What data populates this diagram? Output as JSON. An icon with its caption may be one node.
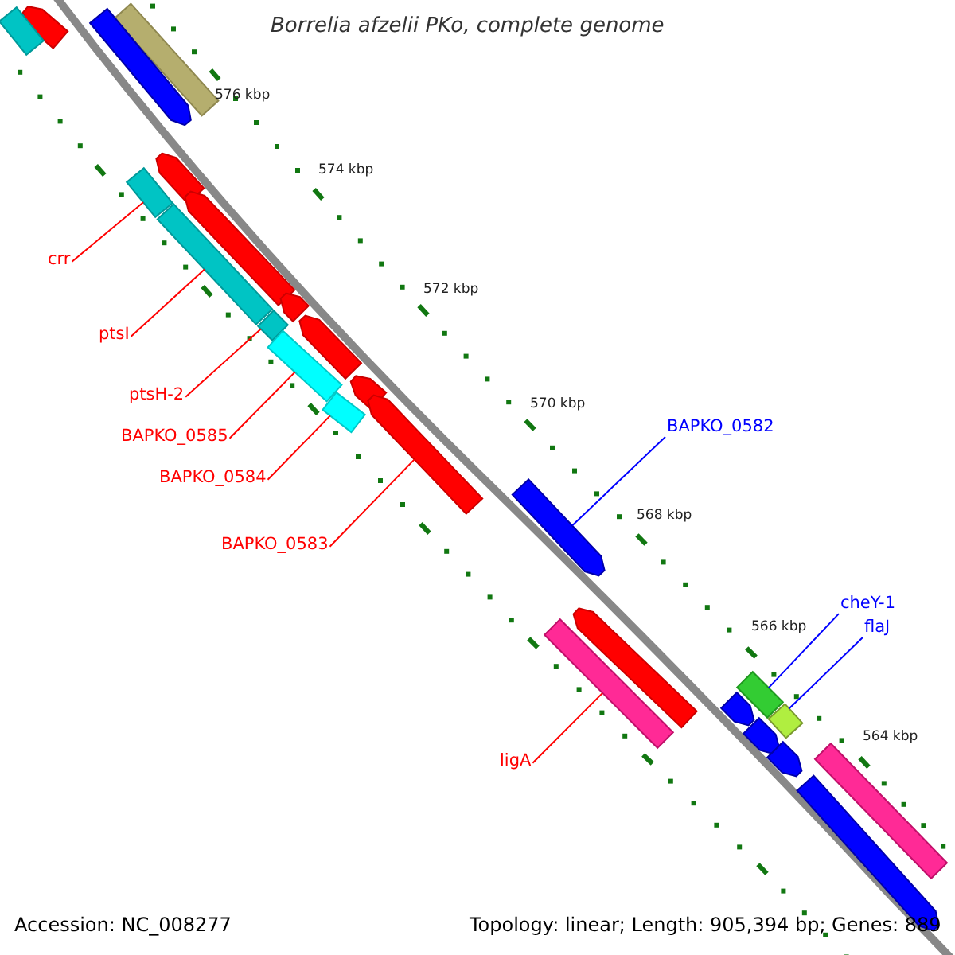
{
  "diagram": {
    "title": "Borrelia afzelii PKo, complete genome",
    "nodes": [
      {
        "text": [
          "crr"
        ]
      },
      {
        "text": [
          "ptsI"
        ]
      },
      {
        "text": [
          "ptsH-2"
        ]
      },
      {
        "text": [
          "BAPKO_0582"
        ]
      },
      {
        "text": [
          "BAPKO_0585"
        ]
      },
      {
        "text": [
          "BAPKO_0584"
        ]
      },
      {
        "text": [
          "BAPKO_0583"
        ]
      },
      {
        "text": [
          "cheY-1"
        ]
      },
      {
        "text": [
          "flaJ"
        ]
      },
      {
        "text": [
          "ligA"
        ]
      },
      {
        "text": [],
        "shape": "arrow"
      },
      {
        "text": [],
        "shape": "bar"
      },
      {
        "text": [],
        "shape": "bar"
      },
      {
        "text": [],
        "shape": "arrow"
      },
      {
        "text": [],
        "shape": "arrow"
      },
      {
        "text": [],
        "shape": "bar"
      },
      {
        "text": [],
        "shape": "arrow"
      },
      {
        "text": [],
        "shape": "bar"
      },
      {
        "text": [],
        "shape": "arrow"
      },
      {
        "text": [],
        "shape": "arrow"
      },
      {
        "text": [],
        "shape": "bar"
      },
      {
        "text": [],
        "shape": "bar"
      },
      {
        "text": [],
        "shape": "arrow"
      },
      {
        "text": [],
        "shape": "arrow"
      },
      {
        "text": [],
        "shape": "bar"
      },
      {
        "text": [],
        "shape": "arrow"
      },
      {
        "text": [],
        "shape": "arrow"
      },
      {
        "text": [],
        "shape": "bar"
      },
      {
        "text": [],
        "shape": "bar"
      },
      {
        "text": [],
        "shape": "arrow"
      },
      {
        "text": [],
        "shape": "bar"
      },
      {
        "text": [],
        "shape": "arrow"
      },
      {
        "text": [],
        "shape": "arrow"
      },
      {
        "text": [],
        "shape": "bar"
      },
      {
        "text": [],
        "shape": "arrow"
      }
    ],
    "edges": [
      {
        "from": 0,
        "to": 15,
        "arrow": "none"
      },
      {
        "from": 1,
        "to": 17,
        "arrow": "none"
      },
      {
        "from": 2,
        "to": 20,
        "arrow": "none"
      },
      {
        "from": 3,
        "to": 25,
        "arrow": "none",
        "color": "#0000ff"
      },
      {
        "from": 4,
        "to": 21,
        "arrow": "none"
      },
      {
        "from": 5,
        "to": 24,
        "arrow": "none"
      },
      {
        "from": 6,
        "to": 23,
        "arrow": "none"
      },
      {
        "from": 7,
        "to": 28,
        "arrow": "none",
        "color": "#0000ff"
      },
      {
        "from": 8,
        "to": 30,
        "arrow": "none",
        "color": "#0000ff"
      },
      {
        "from": 9,
        "to": 27,
        "arrow": "none"
      }
    ],
    "labels": [
      "576 kbp",
      "574 kbp",
      "572 kbp",
      "570 kbp",
      "568 kbp",
      "566 kbp",
      "564 kbp",
      "Accession: NC_008277",
      "Topology: linear; Length: 905,394 bp; Genes: 889"
    ]
  }
}
